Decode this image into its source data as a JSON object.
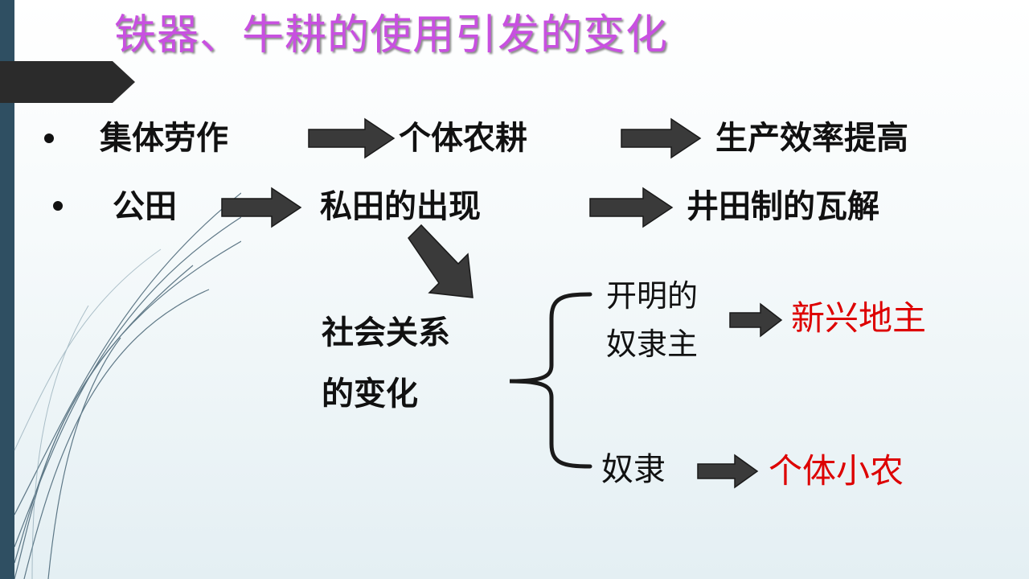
{
  "slide": {
    "title": "铁器、牛耕的使用引发的变化",
    "row1": {
      "a": "集体劳作",
      "b": "个体农耕",
      "c": "生产效率提高"
    },
    "row2": {
      "a": "公田",
      "b": "私田的出现",
      "c": "井田制的瓦解"
    },
    "social_change": {
      "line1": "社会关系",
      "line2": "的变化"
    },
    "branch_top": {
      "line1": "开明的",
      "line2": "奴隶主",
      "result": "新兴地主"
    },
    "branch_bottom": {
      "label": "奴隶",
      "result": "个体小农"
    }
  },
  "colors": {
    "title": "#c850e0",
    "result": "#dd0000",
    "arrow": "#3a3a3a",
    "sidebar": "#2f4f62"
  }
}
